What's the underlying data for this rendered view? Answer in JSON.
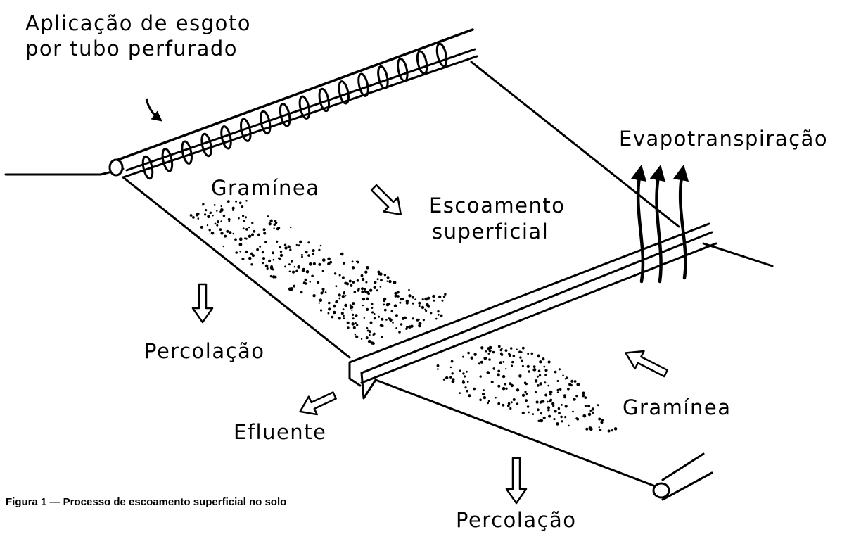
{
  "labels": {
    "application_line1": "Aplicação de esgoto",
    "application_line2": "por tubo perfurado",
    "evapotranspiration": "Evapotranspiração",
    "grass_top": "Gramínea",
    "runoff_line1": "Escoamento",
    "runoff_line2": "superficial",
    "percolation_left": "Percolação",
    "effluent": "Efluente",
    "grass_bottom": "Gramínea",
    "percolation_bottom": "Percolação"
  },
  "caption": "Figura 1 — Processo de escoamento superficial no solo",
  "colors": {
    "ink": "#000000",
    "paper": "#ffffff"
  }
}
